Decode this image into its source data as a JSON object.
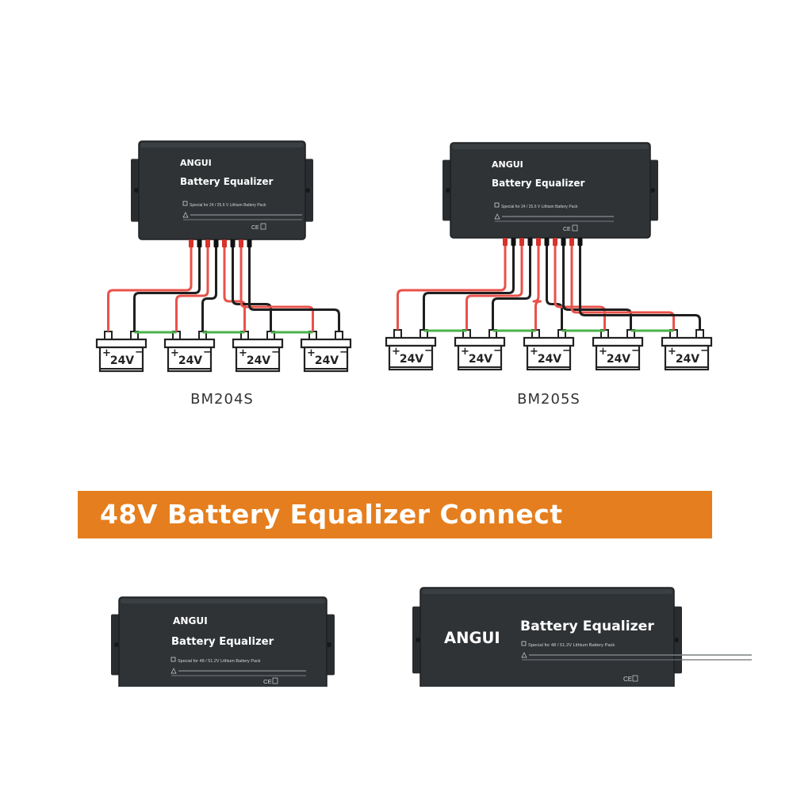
{
  "colors": {
    "device": "#2f3336",
    "positive_wire": "#e8524a",
    "negative_wire": "#1f1f1f",
    "series_link": "#49b24a",
    "banner": "#e57e1e"
  },
  "device_text": {
    "brand": "ANGUI",
    "title": "Battery Equalizer",
    "note_24v": "Special for 24 / 25.6 V Lithium Battery Pack",
    "note_48v": "Special for 48 / 51.2V Lithium Battery Pack",
    "mark": "CE"
  },
  "battery": {
    "label": "24V",
    "plus": "+",
    "minus": "−"
  },
  "diagrams": [
    {
      "model": "BM204S",
      "battery_count": 4
    },
    {
      "model": "BM205S",
      "battery_count": 5
    }
  ],
  "banner": {
    "text": "48V Battery Equalizer Connect"
  }
}
